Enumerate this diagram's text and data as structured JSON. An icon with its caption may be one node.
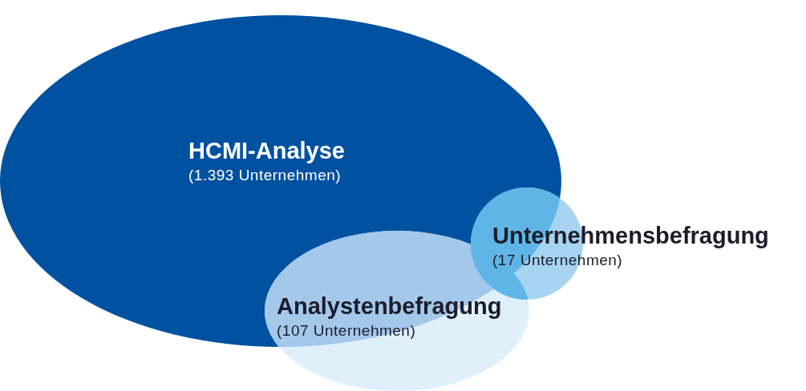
{
  "diagram": {
    "nodes": [
      {
        "text": [
          "HCMI-Analyse",
          "(1.393 Unternehmen)"
        ]
      },
      {
        "text": [
          "Analystenbefragung",
          "(107 Unternehmen)"
        ]
      },
      {
        "text": [
          "Unternehmensbefragung",
          "(17 Unternehmen)"
        ]
      }
    ]
  }
}
